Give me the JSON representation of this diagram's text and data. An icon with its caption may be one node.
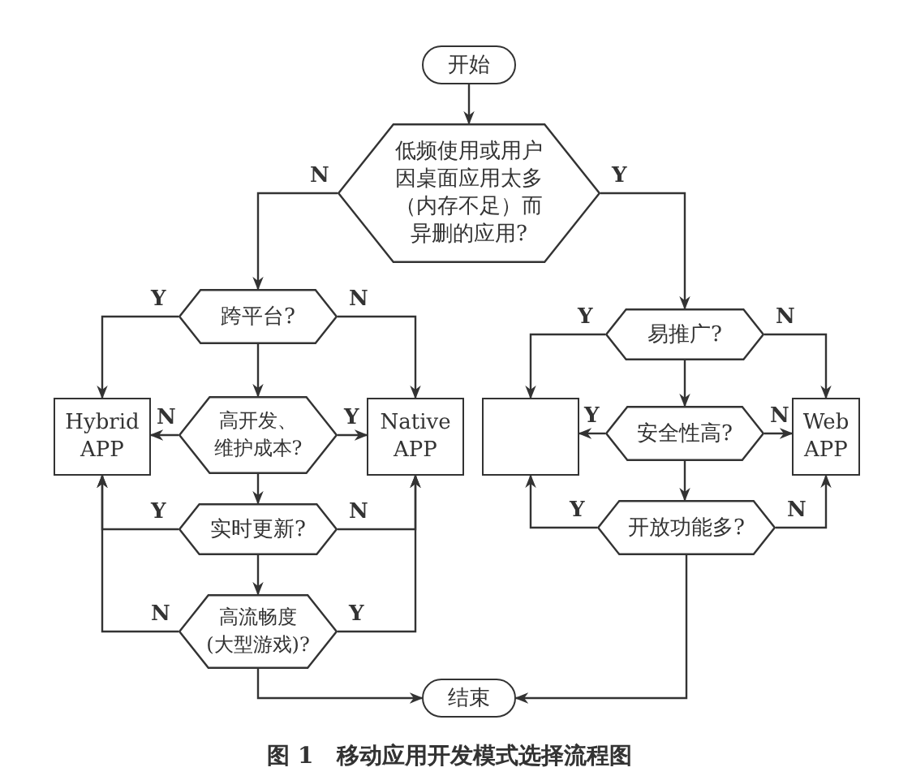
{
  "diagram": {
    "caption": "图 1　移动应用开发模式选择流程图",
    "nodes": [
      {
        "text": [
          "开始"
        ]
      },
      {
        "text": [
          "低频使用或用户因桌面应用太多（内存不足）而异删的应用?"
        ]
      },
      {
        "text": [
          "跨平台?"
        ]
      },
      {
        "text": [
          "Hybrid APP"
        ]
      },
      {
        "text": [
          "高开发、维护成本?"
        ]
      },
      {
        "text": [
          "Native APP"
        ]
      },
      {
        "text": [
          "实时更新?"
        ]
      },
      {
        "text": [
          "高流畅度(大型游戏)?"
        ]
      },
      {
        "text": [
          "易推广?"
        ]
      },
      {
        "text": [],
        "shape": "box"
      },
      {
        "text": [
          "安全性高?"
        ]
      },
      {
        "text": [
          "Web APP"
        ]
      },
      {
        "text": [
          "开放功能多?"
        ]
      },
      {
        "text": [
          "结束"
        ]
      }
    ],
    "edges": [
      {
        "from": 0,
        "to": 1,
        "arrow": "to"
      },
      {
        "from": 1,
        "to": 2,
        "arrow": "to",
        "label": "N"
      },
      {
        "from": 1,
        "to": 8,
        "arrow": "to",
        "label": "Y"
      },
      {
        "from": 2,
        "to": 3,
        "arrow": "to",
        "label": "Y"
      },
      {
        "from": 2,
        "to": 5,
        "arrow": "to",
        "label": "N"
      },
      {
        "from": 2,
        "to": 4,
        "arrow": "to"
      },
      {
        "from": 4,
        "to": 3,
        "arrow": "to",
        "label": "N"
      },
      {
        "from": 4,
        "to": 5,
        "arrow": "to",
        "label": "Y"
      },
      {
        "from": 4,
        "to": 6,
        "arrow": "to"
      },
      {
        "from": 6,
        "to": 3,
        "arrow": "to",
        "label": "Y"
      },
      {
        "from": 6,
        "to": 5,
        "arrow": "to",
        "label": "N"
      },
      {
        "from": 6,
        "to": 7,
        "arrow": "to"
      },
      {
        "from": 7,
        "to": 3,
        "arrow": "to",
        "label": "N"
      },
      {
        "from": 7,
        "to": 5,
        "arrow": "to",
        "label": "Y"
      },
      {
        "from": 7,
        "to": 13,
        "arrow": "to"
      },
      {
        "from": 8,
        "to": 9,
        "arrow": "to",
        "label": "Y"
      },
      {
        "from": 8,
        "to": 11,
        "arrow": "to",
        "label": "N"
      },
      {
        "from": 8,
        "to": 10,
        "arrow": "to"
      },
      {
        "from": 10,
        "to": 9,
        "arrow": "to",
        "label": "Y"
      },
      {
        "from": 10,
        "to": 11,
        "arrow": "to",
        "label": "N"
      },
      {
        "from": 10,
        "to": 12,
        "arrow": "to"
      },
      {
        "from": 12,
        "to": 9,
        "arrow": "to",
        "label": "Y"
      },
      {
        "from": 12,
        "to": 11,
        "arrow": "to",
        "label": "N"
      },
      {
        "from": 12,
        "to": 13,
        "arrow": "to"
      }
    ]
  }
}
